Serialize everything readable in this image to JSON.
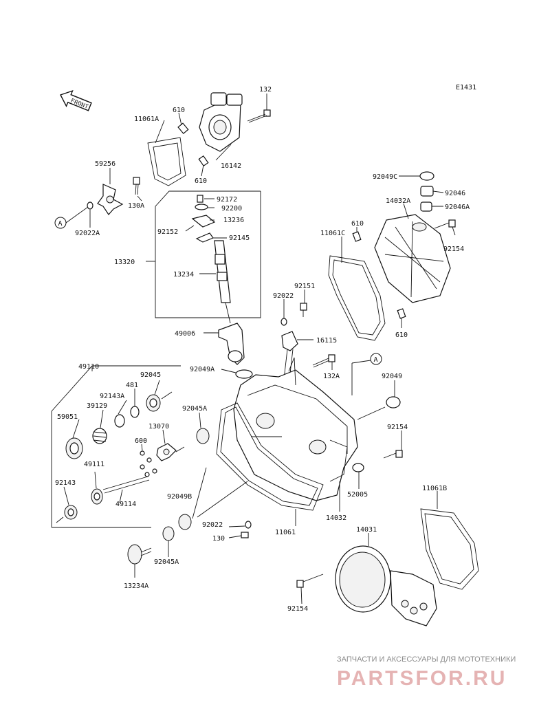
{
  "code": "E1431",
  "front_label": "FRONT",
  "circle_ref": "A",
  "parts": [
    {
      "id": "132",
      "text": "132"
    },
    {
      "id": "610a",
      "text": "610"
    },
    {
      "id": "11061A",
      "text": "11061A"
    },
    {
      "id": "16142",
      "text": "16142"
    },
    {
      "id": "610b",
      "text": "610"
    },
    {
      "id": "59256",
      "text": "59256"
    },
    {
      "id": "130A",
      "text": "130A"
    },
    {
      "id": "92022A",
      "text": "92022A"
    },
    {
      "id": "92172",
      "text": "92172"
    },
    {
      "id": "92200",
      "text": "92200"
    },
    {
      "id": "13236",
      "text": "13236"
    },
    {
      "id": "92152",
      "text": "92152"
    },
    {
      "id": "92145",
      "text": "92145"
    },
    {
      "id": "13320",
      "text": "13320"
    },
    {
      "id": "13234",
      "text": "13234"
    },
    {
      "id": "92022",
      "text": "92022"
    },
    {
      "id": "92151",
      "text": "92151"
    },
    {
      "id": "49006",
      "text": "49006"
    },
    {
      "id": "16115",
      "text": "16115"
    },
    {
      "id": "92049A",
      "text": "92049A"
    },
    {
      "id": "132A",
      "text": "132A"
    },
    {
      "id": "92049C",
      "text": "92049C"
    },
    {
      "id": "92046",
      "text": "92046"
    },
    {
      "id": "14032A",
      "text": "14032A"
    },
    {
      "id": "92046A",
      "text": "92046A"
    },
    {
      "id": "610c",
      "text": "610"
    },
    {
      "id": "11061C",
      "text": "11061C"
    },
    {
      "id": "92154a",
      "text": "92154"
    },
    {
      "id": "610d",
      "text": "610"
    },
    {
      "id": "92049",
      "text": "92049"
    },
    {
      "id": "49110",
      "text": "49110"
    },
    {
      "id": "92045",
      "text": "92045"
    },
    {
      "id": "481",
      "text": "481"
    },
    {
      "id": "92143A",
      "text": "92143A"
    },
    {
      "id": "39129",
      "text": "39129"
    },
    {
      "id": "92045A",
      "text": "92045A"
    },
    {
      "id": "59051",
      "text": "59051"
    },
    {
      "id": "13070",
      "text": "13070"
    },
    {
      "id": "600",
      "text": "600"
    },
    {
      "id": "49111",
      "text": "49111"
    },
    {
      "id": "92143",
      "text": "92143"
    },
    {
      "id": "49114",
      "text": "49114"
    },
    {
      "id": "92154b",
      "text": "92154"
    },
    {
      "id": "52005",
      "text": "52005"
    },
    {
      "id": "14032",
      "text": "14032"
    },
    {
      "id": "92049B",
      "text": "92049B"
    },
    {
      "id": "92022b",
      "text": "92022"
    },
    {
      "id": "130",
      "text": "130"
    },
    {
      "id": "11061",
      "text": "11061"
    },
    {
      "id": "11061B",
      "text": "11061B"
    },
    {
      "id": "14031",
      "text": "14031"
    },
    {
      "id": "92045Ab",
      "text": "92045A"
    },
    {
      "id": "13234A",
      "text": "13234A"
    },
    {
      "id": "92154c",
      "text": "92154"
    }
  ],
  "watermark": {
    "caption": "ЗАПЧАСТИ И АКСЕССУАРЫ ДЛЯ МОТОТЕХНИКИ",
    "brand": "PARTSFOR.RU"
  }
}
